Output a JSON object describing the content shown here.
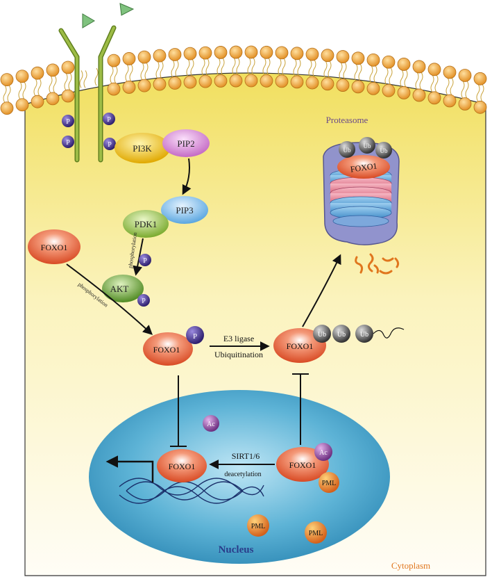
{
  "labels": {
    "proteasome": "Proteasome",
    "nucleus": "Nucleus",
    "cytoplasm": "Cytoplasm",
    "pi3k": "PI3K",
    "pip2": "PIP2",
    "pip3": "PIP3",
    "pdk1": "PDK1",
    "akt": "AKT",
    "foxo1": "FOXO1",
    "p": "P",
    "ub": "Ub",
    "ac": "Ac",
    "pml": "PML",
    "phosphorylation": "phosphorylation",
    "e3_ligase": "E3 ligase",
    "ubiquitination": "Ubiquitination",
    "sirt": "SIRT1/6",
    "deacetylation": "deacetylation"
  },
  "colors": {
    "cytoplasm_top": "#f3e36a",
    "cytoplasm_bottom": "#fffdf2",
    "membrane_head": "#f2a23a",
    "receptor": "#8fae3a",
    "ligand": "#7cbf7a",
    "nucleus": "#4aa3c9",
    "foxo": "#e8603a",
    "phospho": "#4a3590",
    "ub": "#555555",
    "ac": "#8a4a9a",
    "pml": "#e3781e",
    "pi3k": "#e8c21a",
    "pip": "#d98ad9",
    "pip3": "#78b8e8",
    "pdk1": "#8fc04a",
    "akt": "#6fa83a",
    "nucleus_label": "#2a3c8a",
    "cytoplasm_label": "#e0761e",
    "proteasome_label": "#6a4a8a"
  }
}
